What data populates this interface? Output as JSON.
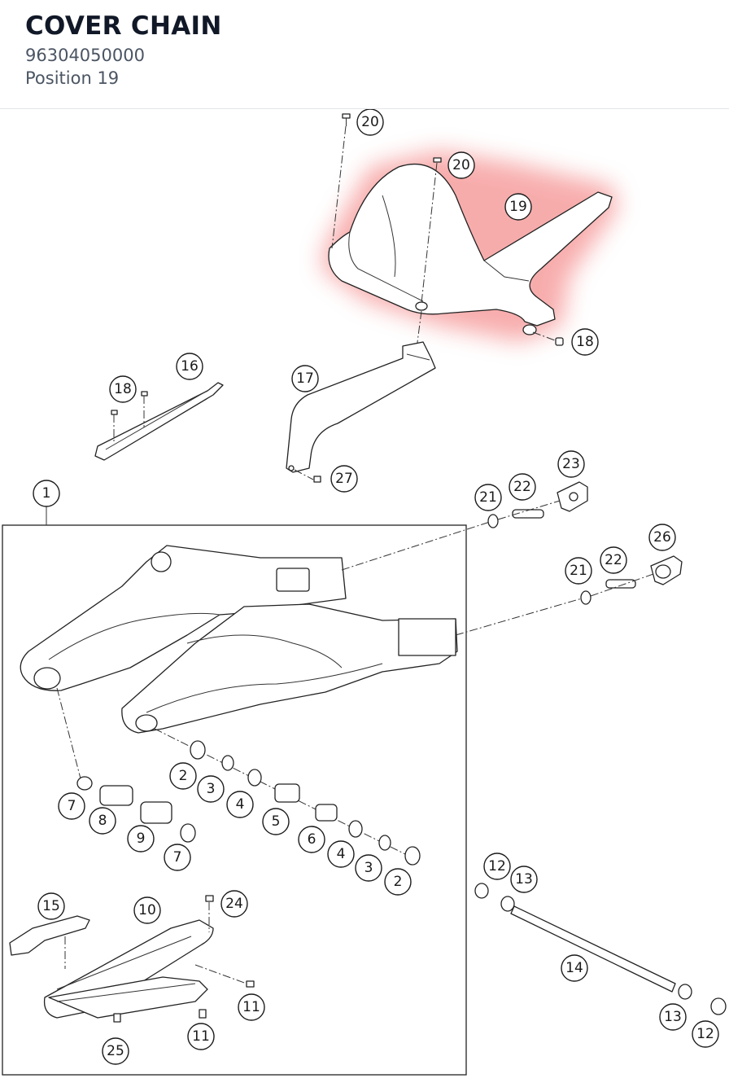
{
  "header": {
    "title": "COVER CHAIN",
    "part_number": "96304050000",
    "position": "Position 19"
  },
  "highlight": {
    "position": "19",
    "color": "#f26b6b"
  },
  "callouts": {
    "c1": "1",
    "c2a": "2",
    "c2b": "2",
    "c3a": "3",
    "c3b": "3",
    "c4a": "4",
    "c4b": "4",
    "c5": "5",
    "c6": "6",
    "c7a": "7",
    "c7b": "7",
    "c8": "8",
    "c9": "9",
    "c10": "10",
    "c11a": "11",
    "c11b": "11",
    "c12a": "12",
    "c12b": "12",
    "c13a": "13",
    "c13b": "13",
    "c14": "14",
    "c15": "15",
    "c16": "16",
    "c17": "17",
    "c18a": "18",
    "c18b": "18",
    "c19": "19",
    "c20a": "20",
    "c20b": "20",
    "c21a": "21",
    "c21b": "21",
    "c22a": "22",
    "c22b": "22",
    "c23": "23",
    "c24": "24",
    "c25": "25",
    "c26": "26",
    "c27": "27"
  }
}
